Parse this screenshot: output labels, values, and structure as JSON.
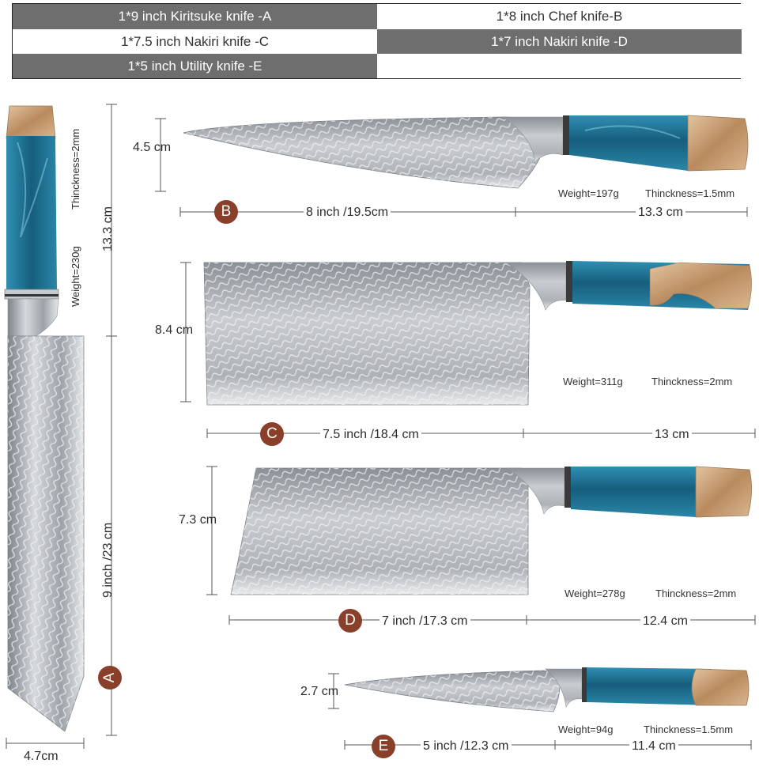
{
  "legend": {
    "a": "1*9 inch Kiritsuke knife -A",
    "b": "1*8 inch Chef knife-B",
    "c": "1*7.5 inch Nakiri knife -C",
    "d": "1*7 inch Nakiri knife -D",
    "e": "1*5 inch Utility knife -E"
  },
  "knife_a": {
    "badge": "A",
    "thickness": "Thinckness=2mm",
    "weight": "Weight=230g",
    "handle_length": "13.3 cm",
    "blade_length": "9 inch /23 cm",
    "width": "4.7cm"
  },
  "knife_b": {
    "badge": "B",
    "height": "4.5 cm",
    "weight": "Weight=197g",
    "thickness": "Thinckness=1.5mm",
    "blade_length": "8 inch /19.5cm",
    "handle_length": "13.3 cm"
  },
  "knife_c": {
    "badge": "C",
    "height": "8.4 cm",
    "weight": "Weight=311g",
    "thickness": "Thinckness=2mm",
    "blade_length": "7.5 inch /18.4 cm",
    "handle_length": "13 cm"
  },
  "knife_d": {
    "badge": "D",
    "height": "7.3 cm",
    "weight": "Weight=278g",
    "thickness": "Thinckness=2mm",
    "blade_length": "7 inch /17.3 cm",
    "handle_length": "12.4 cm"
  },
  "knife_e": {
    "badge": "E",
    "height": "2.7 cm",
    "weight": "Weight=94g",
    "thickness": "Thinckness=1.5mm",
    "blade_length": "5 inch /12.3 cm",
    "handle_length": "11.4 cm"
  },
  "colors": {
    "resin": "#1f6f8e",
    "wood": "#c9a37c",
    "steel": "#b8bcc2",
    "badge": "#8a3f2a",
    "legend_dark": "#6e6e6e"
  }
}
